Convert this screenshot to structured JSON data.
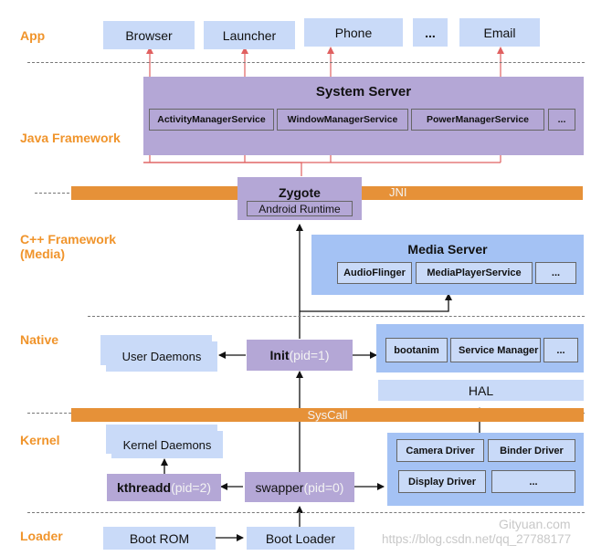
{
  "layers": {
    "app": "App",
    "java": "Java Framework",
    "cpp": "C++ Framework (Media)",
    "native": "Native",
    "kernel": "Kernel",
    "loader": "Loader"
  },
  "apps": [
    "Browser",
    "Launcher",
    "Phone",
    "...",
    "Email"
  ],
  "system_server": {
    "title": "System Server",
    "services": [
      "ActivityManagerService",
      "WindowManagerService",
      "PowerManagerService",
      "..."
    ]
  },
  "jni": "JNI",
  "zygote": {
    "title": "Zygote",
    "runtime": "Android Runtime"
  },
  "media_server": {
    "title": "Media Server",
    "services": [
      "AudioFlinger",
      "MediaPlayerService",
      "..."
    ]
  },
  "native": {
    "user_daemons": "User Daemons",
    "init": "Init",
    "init_pid": "(pid=1)",
    "items": [
      "bootanim",
      "Service Manager",
      "..."
    ]
  },
  "hal": "HAL",
  "syscall": "SysCall",
  "kernel": {
    "kernel_daemons": "Kernel Daemons",
    "kthreadd": "kthreadd",
    "kthreadd_pid": "(pid=2)",
    "swapper": "swapper",
    "swapper_pid": "(pid=0)",
    "drivers": [
      "Camera Driver",
      "Binder Driver",
      "Display Driver",
      "..."
    ]
  },
  "loader": {
    "boot_rom": "Boot  ROM",
    "boot_loader": "Boot Loader"
  },
  "watermarks": {
    "line1": "Gityuan.com",
    "line2": "https://blog.csdn.net/qq_27788177"
  },
  "colors": {
    "layer_label": "#f0942b",
    "light_blue": "#c9daf8",
    "mid_blue": "#a4c2f4",
    "purple": "#b4a7d6",
    "orange_bar": "#e69138",
    "red_arrows": "#e06060"
  }
}
